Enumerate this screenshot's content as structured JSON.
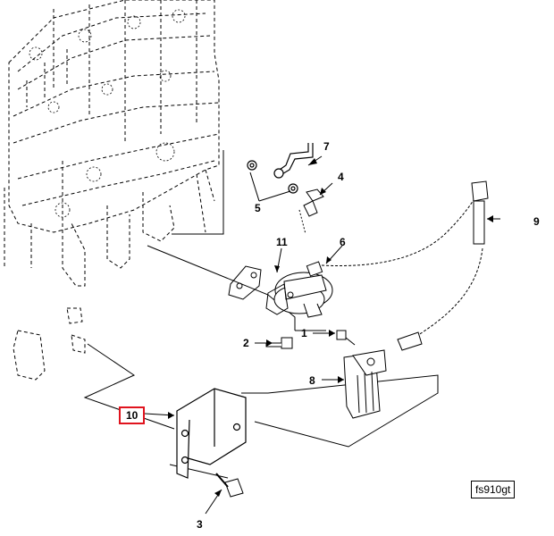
{
  "callouts": {
    "c1": "1",
    "c2": "2",
    "c3": "3",
    "c4": "4",
    "c5": "5",
    "c6": "6",
    "c7": "7",
    "c8": "8",
    "c9": "9",
    "c10": "10",
    "c11": "11"
  },
  "figure_id": "fs910gt",
  "highlight_color": "#e0141e",
  "line_color": "#000000"
}
